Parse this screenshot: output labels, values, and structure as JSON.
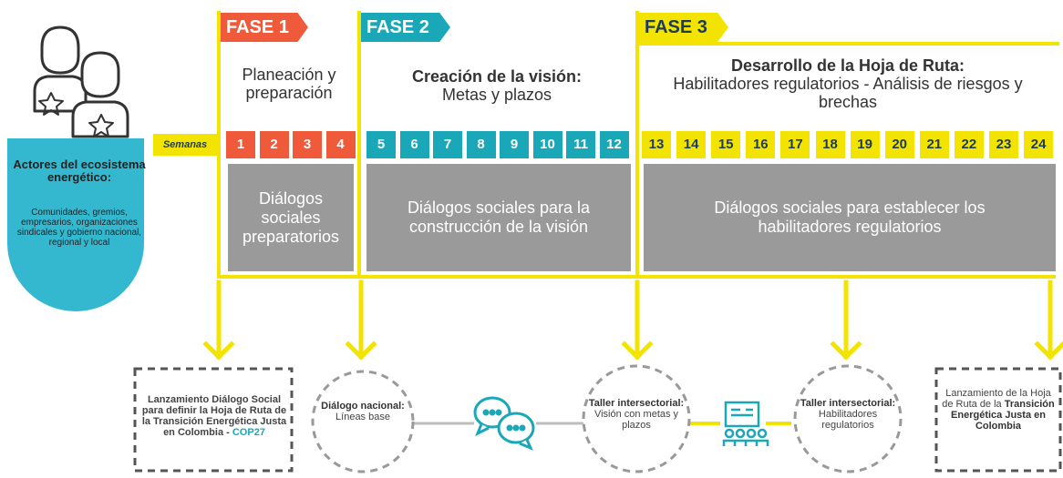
{
  "actors": {
    "title": "Actores del ecosistema energético:",
    "description": "Comunidades, gremios, empresarios, organizaciones sindicales y gobierno nacional, regional y local"
  },
  "weeks_label": "Semanas",
  "phases": [
    {
      "tag": "FASE 1",
      "title_bold": "",
      "title_rest": "Planeación y preparación",
      "dialog": "Diálogos sociales preparatorios",
      "color": "#ee5a3a"
    },
    {
      "tag": "FASE 2",
      "title_bold": "Creación de la visión:",
      "title_rest": "Metas y plazos",
      "dialog": "Diálogos sociales para la construcción de la visión",
      "color": "#1aa7b8"
    },
    {
      "tag": "FASE 3",
      "title_bold": "Desarrollo de la Hoja de Ruta:",
      "title_rest": "Habilitadores regulatorios - Análisis de riesgos y brechas",
      "dialog": "Diálogos sociales para establecer los habilitadores regulatorios",
      "color": "#f2e300"
    }
  ],
  "weeks": [
    "1",
    "2",
    "3",
    "4",
    "5",
    "6",
    "7",
    "8",
    "9",
    "10",
    "11",
    "12",
    "13",
    "14",
    "15",
    "16",
    "17",
    "18",
    "19",
    "20",
    "21",
    "22",
    "23",
    "24"
  ],
  "events": {
    "launch": {
      "text": "Lanzamiento Diálogo Social para definir la Hoja de Ruta de la Transición Energética Justa en Colombia -",
      "highlight": "COP27"
    },
    "national": {
      "bold": "Diálogo nacional:",
      "rest": "Líneas base"
    },
    "workshop1": {
      "bold": "Taller intersectorial:",
      "rest": "Visión con metas y plazos"
    },
    "workshop2": {
      "bold": "Taller intersectorial:",
      "rest": "Habilitadores regulatorios"
    },
    "final": {
      "pre": "Lanzamiento de la Hoja de Ruta de la",
      "bold": "Transición Energética Justa en Colombia"
    }
  },
  "colors": {
    "red": "#ee5a3a",
    "teal": "#1aa7b8",
    "yellow": "#f2e300",
    "gray": "#9a9a9a",
    "navy": "#1d3b5a"
  }
}
